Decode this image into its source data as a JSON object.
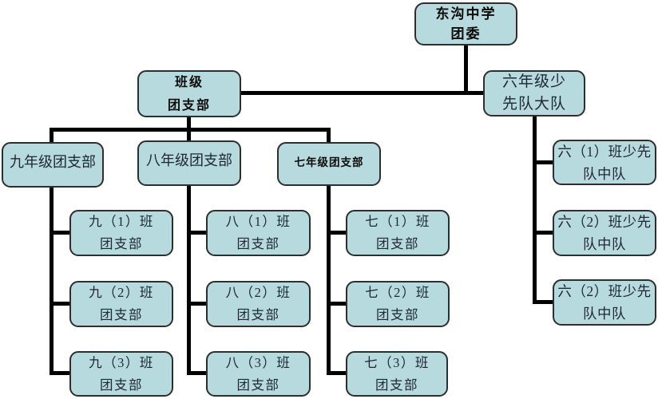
{
  "colors": {
    "box_fill": "#b6dadd",
    "box_border": "#2e2e2e",
    "connector": "#000000",
    "text": "#1f2735"
  },
  "nodes": {
    "school_committee": {
      "lines": [
        "东沟中学",
        "团委"
      ]
    },
    "class_league_branch": {
      "lines": [
        "班级",
        "团支部"
      ]
    },
    "grade6_brigade": {
      "lines": [
        "六年级少",
        "先队大队"
      ]
    },
    "grade9_branch": {
      "label": "九年级团支部"
    },
    "grade8_branch": {
      "label": "八年级团支部"
    },
    "grade7_branch": {
      "label": "七年级团支部"
    },
    "grade9_classes": [
      {
        "lines": [
          "九（1）班",
          "团支部"
        ]
      },
      {
        "lines": [
          "九（2）班",
          "团支部"
        ]
      },
      {
        "lines": [
          "九（3）班",
          "团支部"
        ]
      }
    ],
    "grade8_classes": [
      {
        "lines": [
          "八（1）班",
          "团支部"
        ]
      },
      {
        "lines": [
          "八（2）班",
          "团支部"
        ]
      },
      {
        "lines": [
          "八（3）班",
          "团支部"
        ]
      }
    ],
    "grade7_classes": [
      {
        "lines": [
          "七（1）班",
          "团支部"
        ]
      },
      {
        "lines": [
          "七（2）班",
          "团支部"
        ]
      },
      {
        "lines": [
          "七（3）班",
          "团支部"
        ]
      }
    ],
    "grade6_squads": [
      {
        "lines": [
          "六（1）班少先",
          "队中队"
        ]
      },
      {
        "lines": [
          "六（2）班少先",
          "队中队"
        ]
      },
      {
        "lines": [
          "六（2）班少先",
          "队中队"
        ]
      }
    ]
  }
}
